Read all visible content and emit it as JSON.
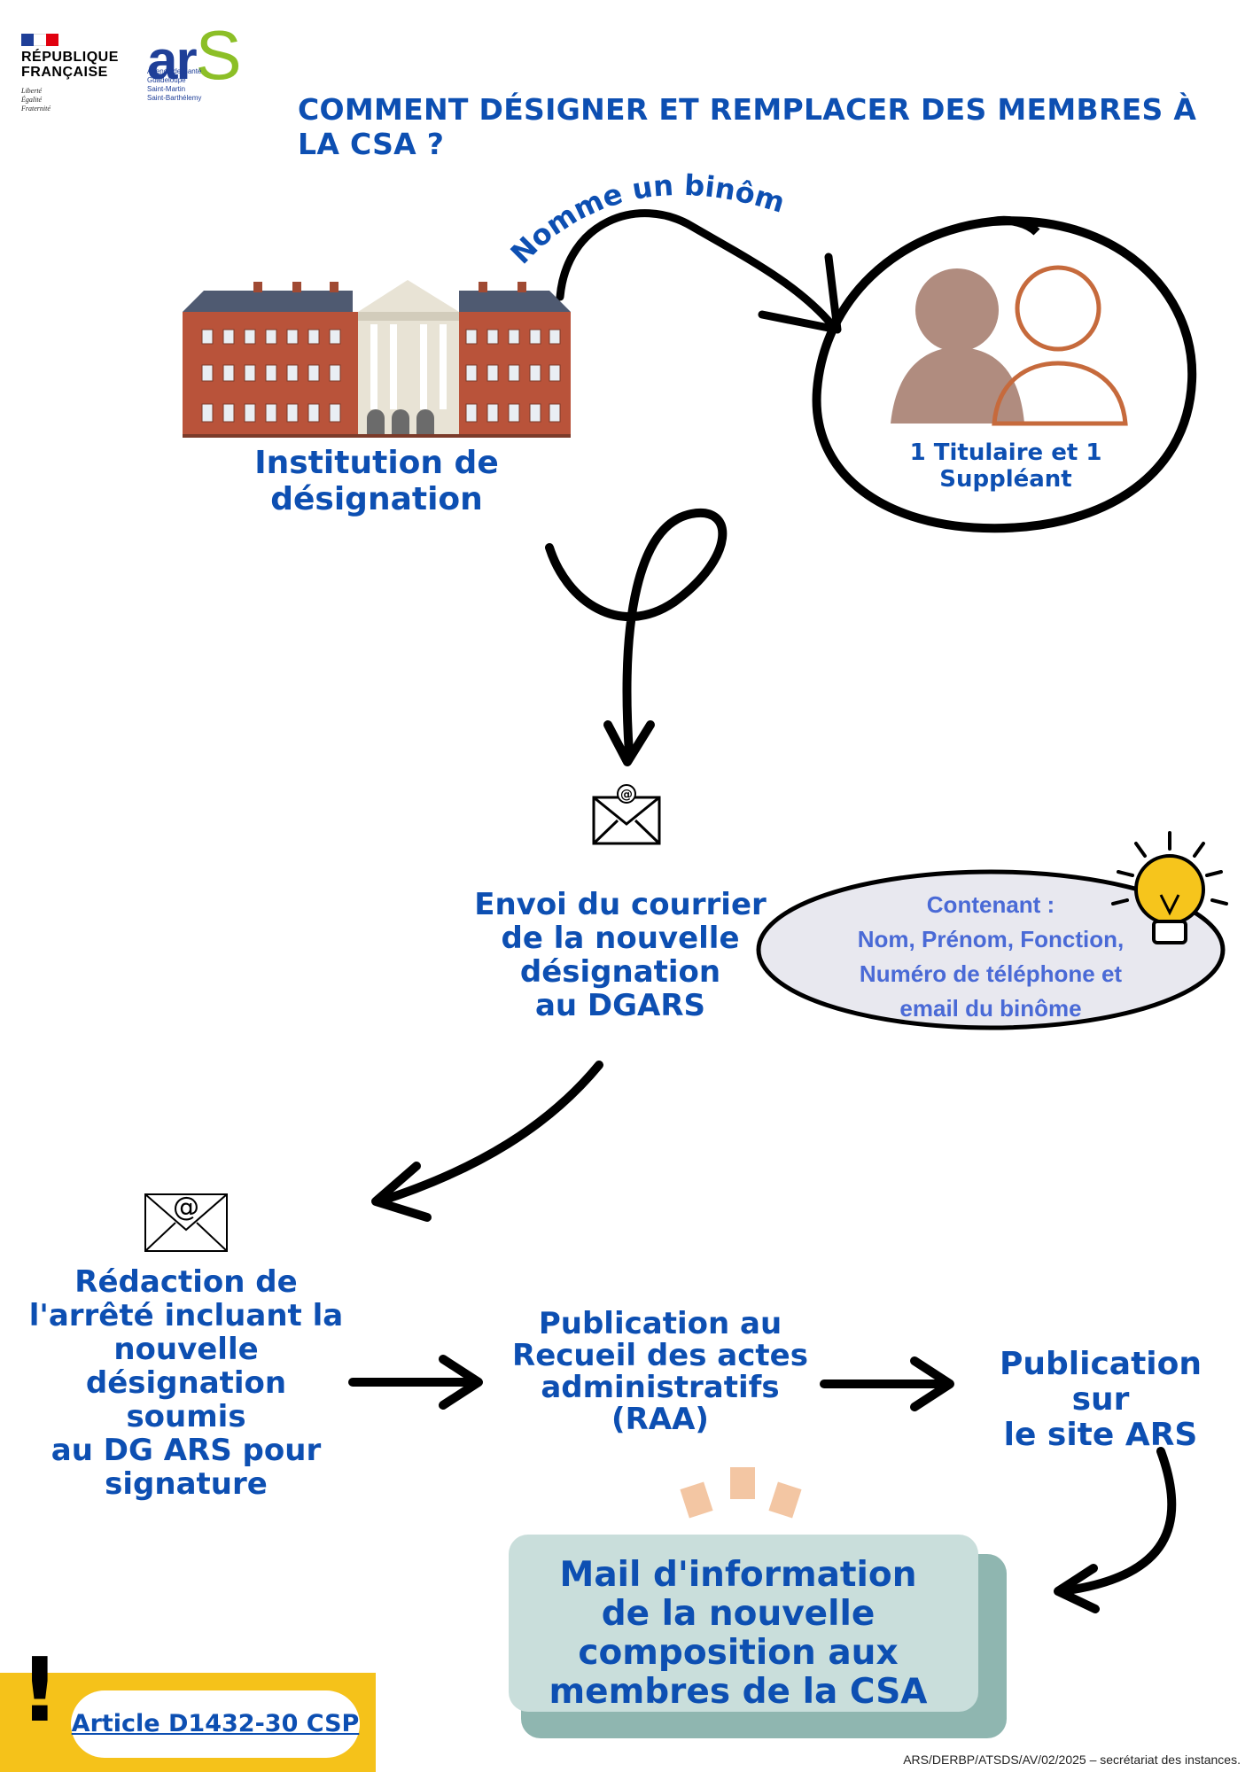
{
  "header": {
    "gov_name": "RÉPUBLIQUE\nFRANÇAISE",
    "gov_motto": "Liberté\nÉgalité\nFraternité",
    "ars_logo_text": "ar",
    "ars_logo_s": "S",
    "ars_subtitle": "Agence de Santé\nGuadeloupe\nSaint-Martin\nSaint-Barthélemy",
    "title": "COMMENT DÉSIGNER ET REMPLACER DES MEMBRES À LA CSA  ?"
  },
  "flow": {
    "arc_label": "Nomme un binôme",
    "institution_label": "Institution de désignation",
    "binome_label": "1 Titulaire et 1 Suppléant",
    "envoi_label": "Envoi du courrier\nde la nouvelle\ndésignation\nau DGARS",
    "contenant_text": "Contenant :\nNom, Prénom, Fonction,\nNuméro de téléphone et\nemail du binôme",
    "redaction_label": "Rédaction de\nl'arrêté incluant la\nnouvelle\ndésignation soumis\nau DG ARS pour\nsignature",
    "raa_label": "Publication au\nRecueil des actes\nadministratifs\n(RAA)",
    "site_label": "Publication sur\nle site ARS",
    "mail_label": "Mail d'information\nde la nouvelle\ncomposition aux\nmembres de la CSA"
  },
  "article": {
    "exclamation": "!",
    "link_text": "Article D1432-30 CSP"
  },
  "footer": {
    "reference": "ARS/DERBP/ATSDS/AV/02/2025 – secrétariat des instances."
  },
  "colors": {
    "primary_blue": "#0d4fb2",
    "contenant_blue": "#4a6ad6",
    "brick": "#b9533a",
    "person_fill": "#b08c7f",
    "person_outline": "#c66a3c",
    "mail_box": "#c9dedb",
    "mail_shadow": "#8fb6b0",
    "article_yellow": "#f5c21a",
    "bulb_yellow": "#f6c51c"
  },
  "icons": [
    "house-flag-icon",
    "building-icon",
    "person-filled-icon",
    "person-outline-icon",
    "envelope-at-icon",
    "lightbulb-icon",
    "exclamation-icon"
  ]
}
